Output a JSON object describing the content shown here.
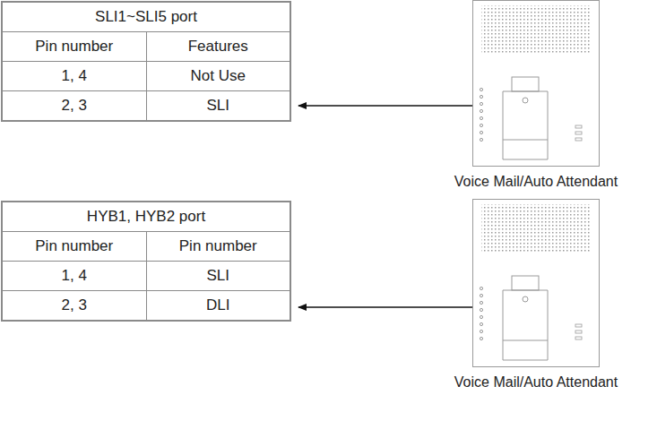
{
  "diagram": {
    "nodes": [
      {
        "text": [
          "SLI1~SLI5 port",
          "Pin number",
          "Features",
          "1, 4",
          "Not Use",
          "2, 3",
          "SLI"
        ]
      },
      {
        "text": [
          "Voice Mail/Auto Attendant"
        ]
      },
      {
        "text": [
          "HYB1, HYB2 port",
          "Pin number",
          "Pin number",
          "1, 4",
          "SLI",
          "2, 3",
          "DLI"
        ]
      },
      {
        "text": [
          "Voice Mail/Auto Attendant"
        ]
      }
    ],
    "edges": [
      {
        "from": 1,
        "to": 0,
        "arrow": "to"
      },
      {
        "from": 3,
        "to": 2,
        "arrow": "to"
      }
    ]
  }
}
